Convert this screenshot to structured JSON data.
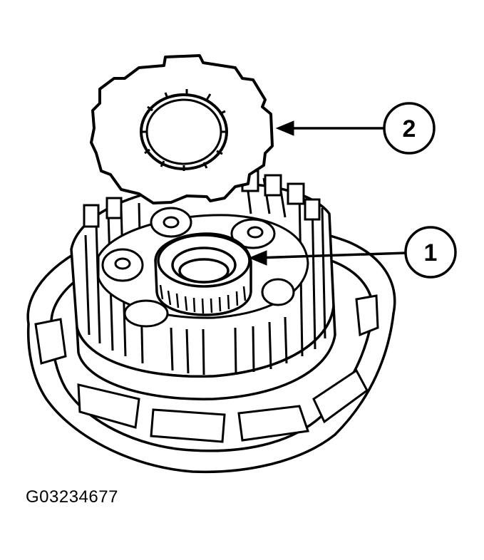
{
  "diagram": {
    "callouts": [
      {
        "number": "1"
      },
      {
        "number": "2"
      }
    ],
    "figure_id": "G03234677"
  },
  "colors": {
    "ink": "#000000",
    "paper": "#ffffff"
  }
}
